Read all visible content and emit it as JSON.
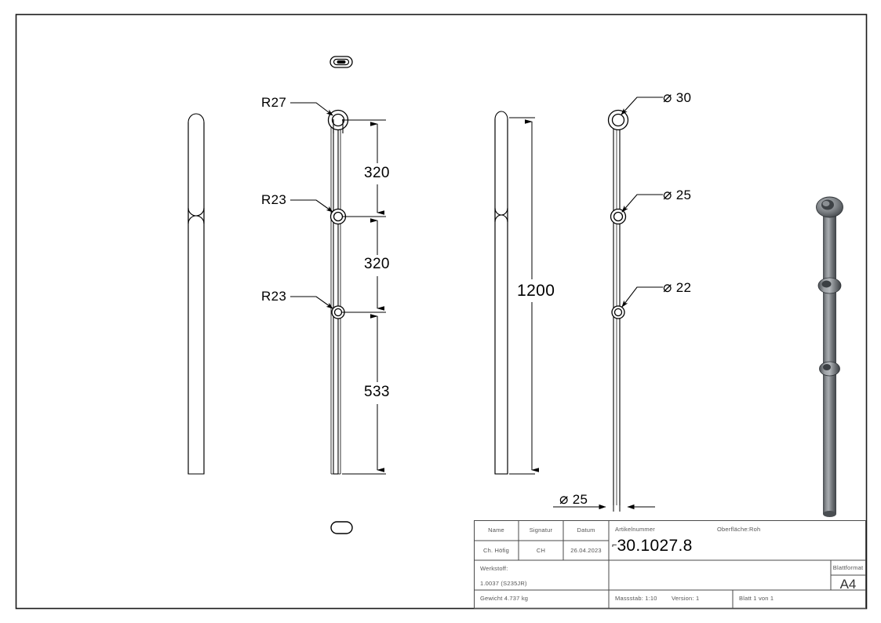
{
  "drawing": {
    "sheet_border": true,
    "views": {
      "side_view_left": "side-view",
      "front_view": "front-view-with-rings",
      "narrow_view": "narrow-side-view",
      "right_view": "front-view-diameters",
      "iso_view": "isometric-shaded-view",
      "top_view": "top-view-small",
      "bottom_view": "bottom-view-small"
    },
    "radius_callouts": [
      {
        "label": "R27"
      },
      {
        "label": "R23"
      },
      {
        "label": "R23"
      }
    ],
    "linear_dimensions": [
      {
        "value": "320"
      },
      {
        "value": "320"
      },
      {
        "value": "533"
      },
      {
        "value": "1200"
      }
    ],
    "diameter_callouts": [
      {
        "symbol": "⌀",
        "value": "30"
      },
      {
        "symbol": "⌀",
        "value": "25"
      },
      {
        "symbol": "⌀",
        "value": "22"
      },
      {
        "symbol": "⌀",
        "value": "25"
      }
    ],
    "colors": {
      "line": "#000000",
      "frame": "#1a1a1a",
      "iso_body": "#6e7175",
      "iso_highlight": "#a9adb1",
      "iso_shadow": "#44484c",
      "table_text": "#555555"
    }
  },
  "title_block": {
    "headers": {
      "name": "Name",
      "signatur": "Signatur",
      "datum": "Datum"
    },
    "values": {
      "name": "Ch. Höfig",
      "signatur": "CH",
      "datum": "26.04.2023"
    },
    "artikelnummer": {
      "label": "Artikelnummer",
      "prefix": "⌐",
      "value": "30.1027.8"
    },
    "oberflaeche": {
      "label": "Oberfläche:",
      "value": "Roh"
    },
    "werkstoff": {
      "label": "Werkstoff:",
      "value": "1.0037 (S235JR)"
    },
    "blattformat": {
      "label": "Blattformat",
      "value": "A4"
    },
    "gewicht": {
      "label": "Gewicht 4.737 kg"
    },
    "massstab": {
      "label": "Massstab: 1:10"
    },
    "version": {
      "label": "Version: 1"
    },
    "blatt": {
      "label": "Blatt 1 von 1"
    }
  }
}
